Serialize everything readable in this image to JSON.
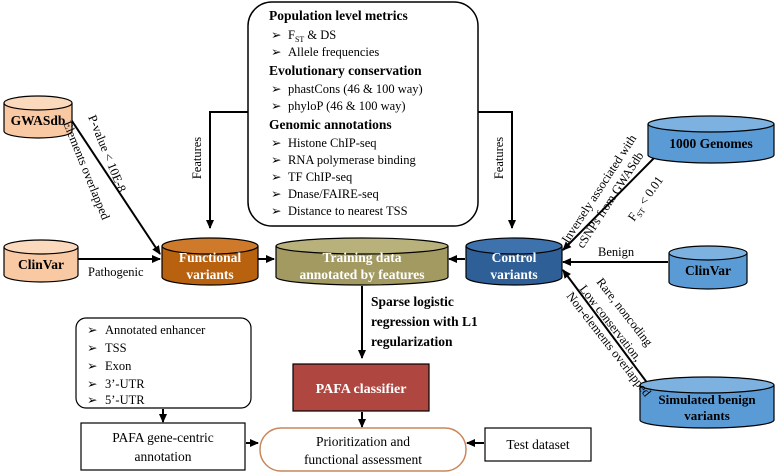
{
  "features_box": {
    "sections": [
      {
        "title": "Population level metrics",
        "items": [
          "F_ST & DS",
          "Allele frequencies"
        ]
      },
      {
        "title": "Evolutionary conservation",
        "items": [
          "phastCons (46 & 100 way)",
          "phyloP (46 & 100 way)"
        ]
      },
      {
        "title": "Genomic annotations",
        "items": [
          "Histone ChIP-seq",
          "RNA polymerase binding",
          "TF ChIP-seq",
          "Dnase/FAIRE-seq",
          "Distance to nearest TSS"
        ]
      }
    ]
  },
  "fst_ds": {
    "f": "F",
    "sub": "ST",
    "rest": " & DS"
  },
  "bullet": "➢",
  "features_label_left": "Features",
  "features_label_right": "Features",
  "sources": {
    "gwasdb": "GWASdb",
    "clinvar_left": "ClinVar",
    "genomes_1000": "1000 Genomes",
    "clinvar_right": "ClinVar",
    "simulated_line1": "Simulated benign",
    "simulated_line2": "variants"
  },
  "cylinders": {
    "functional_line1": "Functional",
    "functional_line2": "variants",
    "training_line1": "Training data",
    "training_line2": "annotated by features",
    "control_line1": "Control",
    "control_line2": "variants"
  },
  "edge_labels": {
    "pvalue": "P-value < 10E-8",
    "elements_overlapped": "Elements overlapped",
    "pathogenic": "Pathogenic",
    "inverse_line1": "Inversely associated with",
    "inverse_line2": "cSNPs from GWASdb",
    "fst_f": "F",
    "fst_sub": "ST",
    "fst_rest": " < 0.01",
    "benign": "Benign",
    "rare_noncoding": "Rare, noncoding",
    "low_conservation": "Low conservation,",
    "non_elements": "Non-elements overlapped"
  },
  "sparse_logistic": [
    "Sparse logistic",
    "regression with L1",
    "regularization"
  ],
  "classifier": "PAFA classifier",
  "gene_centric": {
    "items": [
      "Annotated enhancer",
      "TSS",
      "Exon",
      "3’-UTR",
      "5’-UTR"
    ],
    "annotation_line1": "PAFA gene-centric",
    "annotation_line2": "annotation"
  },
  "prioritization_line1": "Prioritization and",
  "prioritization_line2": "functional assessment",
  "test_dataset": "Test dataset",
  "colors": {
    "orange_light": "#f9c9a3",
    "orange_dark": "#b8610f",
    "olive": "#a39a62",
    "blue_dark": "#2f5f97",
    "blue_light": "#5b9bd5",
    "red": "#b04640",
    "oval_border": "#c9875a"
  }
}
